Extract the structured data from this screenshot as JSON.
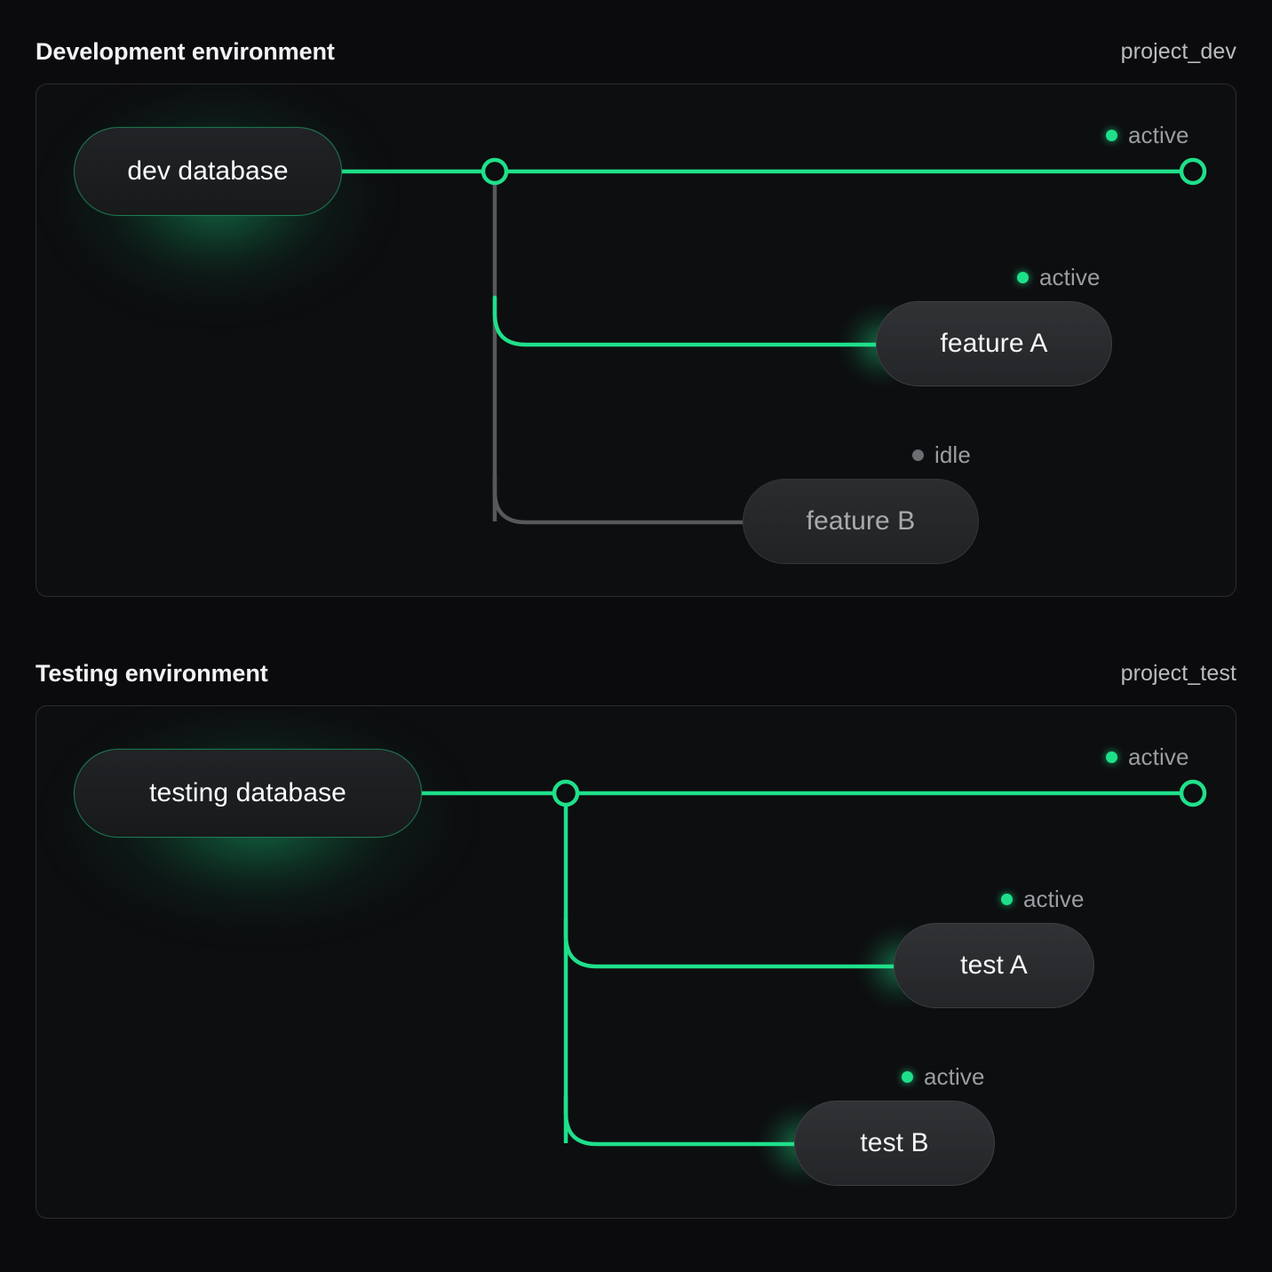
{
  "theme": {
    "background": "#0b0b0d",
    "panel_bg": "#0d0e10",
    "panel_border": "#2b2d30",
    "accent_green": "#1fe08a",
    "idle_gray": "#6b6e72",
    "text_primary": "#f2f3f4",
    "text_muted": "#9a9da1"
  },
  "sections": [
    {
      "title": "Development environment",
      "project": "project_dev",
      "source_node": {
        "label": "dev database",
        "status": "active"
      },
      "nodes": [
        {
          "label": "feature A",
          "status": "active",
          "status_label": "active"
        },
        {
          "label": "feature B",
          "status": "idle",
          "status_label": "idle"
        }
      ],
      "trunk_status_label": "active",
      "trunk_status": "active"
    },
    {
      "title": "Testing environment",
      "project": "project_test",
      "source_node": {
        "label": "testing database",
        "status": "active"
      },
      "nodes": [
        {
          "label": "test A",
          "status": "active",
          "status_label": "active"
        },
        {
          "label": "test B",
          "status": "active",
          "status_label": "active"
        }
      ],
      "trunk_status_label": "active",
      "trunk_status": "active"
    }
  ]
}
